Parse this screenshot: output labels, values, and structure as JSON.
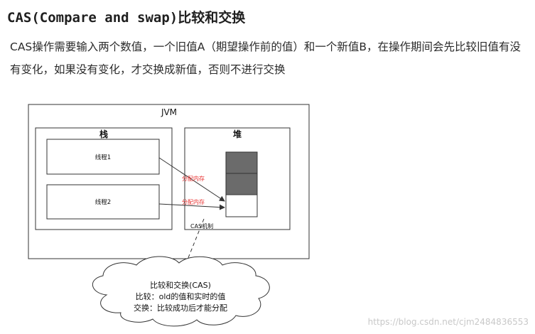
{
  "article": {
    "heading": "CAS(Compare and swap)比较和交换",
    "paragraph": "CAS操作需要输入两个数值，一个旧值A（期望操作前的值）和一个新值B，在操作期间会先比较旧值有没有变化，如果没有变化，才交换成新值，否则不进行交换"
  },
  "diagram": {
    "jvm_label": "JVM",
    "stack_label": "栈",
    "heap_label": "堆",
    "threads": [
      {
        "label": "线程1"
      },
      {
        "label": "线程2"
      }
    ],
    "alloc_labels": [
      "分配内存",
      "分配内存"
    ],
    "cas_label": "CAS机制",
    "cloud_lines": [
      "比较和交换(CAS)",
      "比较：old的值和实时的值",
      "交换：比较成功后才能分配"
    ],
    "colors": {
      "alloc_text": "#e8302f",
      "memory_filled": "#6b6b6b",
      "box_border": "#333333"
    }
  },
  "watermark": "https://blog.csdn.net/cjm2484836553"
}
